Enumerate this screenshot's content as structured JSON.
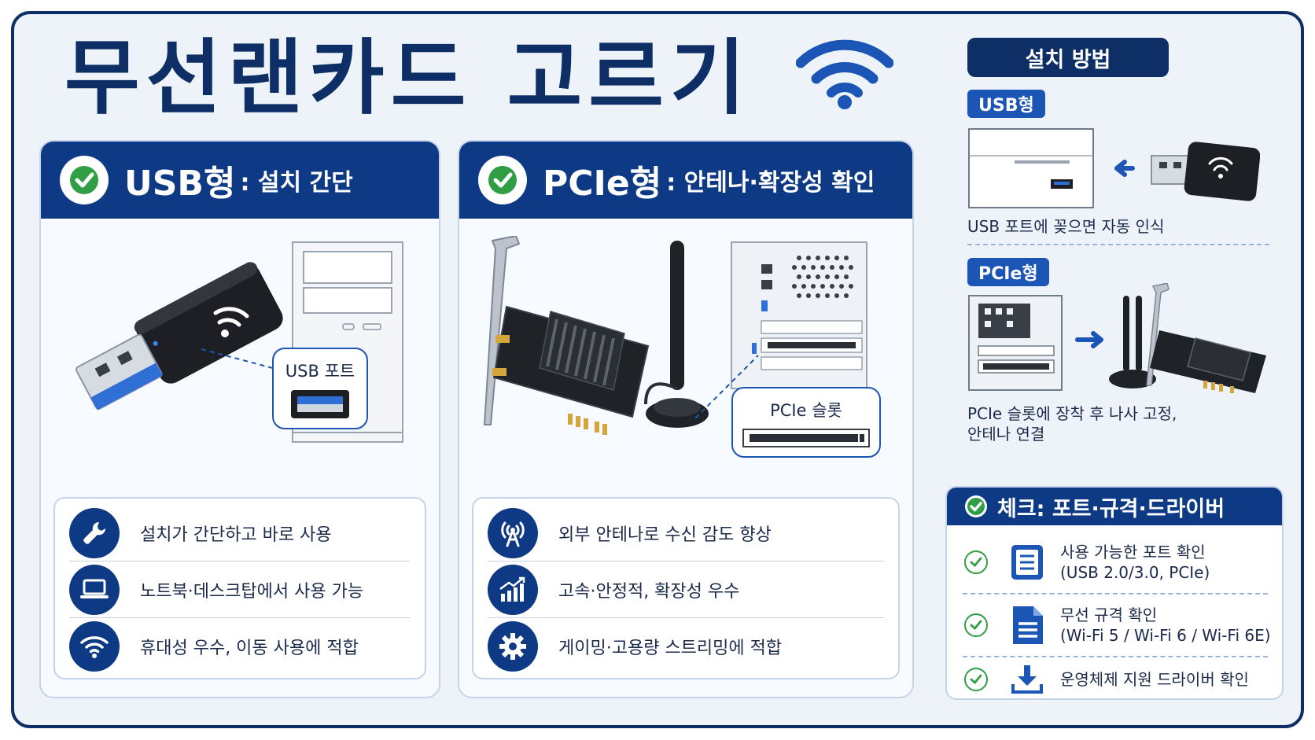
{
  "title": "무선랜카드 고르기",
  "usb_card": {
    "title_main": "USB형",
    "title_sub": ": 설치 간단",
    "callout_label": "USB 포트",
    "features": [
      {
        "icon": "wrench-icon",
        "text": "설치가 간단하고 바로 사용"
      },
      {
        "icon": "laptop-icon",
        "text": "노트북·데스크탑에서 사용 가능"
      },
      {
        "icon": "wifi-icon",
        "text": "휴대성 우수, 이동 사용에 적합"
      }
    ]
  },
  "pcie_card": {
    "title_main": "PCIe형",
    "title_sub": ": 안테나·확장성 확인",
    "callout_label": "PCIe 슬롯",
    "features": [
      {
        "icon": "antenna-icon",
        "text": "외부 안테나로 수신 감도 향상"
      },
      {
        "icon": "chart-icon",
        "text": "고속·안정적, 확장성 우수"
      },
      {
        "icon": "gear-icon",
        "text": "게이밍·고용량 스트리밍에 적합"
      }
    ]
  },
  "install": {
    "header": "설치 방법",
    "usb_pill": "USB형",
    "usb_caption": "USB 포트에 꽂으면 자동 인식",
    "pcie_pill": "PCIe형",
    "pcie_caption_1": "PCIe 슬롯에 장착 후 나사 고정,",
    "pcie_caption_2": "안테나 연결"
  },
  "checklist": {
    "header": "체크: 포트·규격·드라이버",
    "items": [
      {
        "icon": "document-icon",
        "line1": "사용 가능한 포트 확인",
        "line2": "(USB 2.0/3.0, PCIe)"
      },
      {
        "icon": "spec-document-icon",
        "line1": "무선 규격 확인",
        "line2": "(Wi-Fi 5 / Wi-Fi 6 / Wi-Fi 6E)"
      },
      {
        "icon": "download-icon",
        "line1": "운영체제 지원 드라이버 확인",
        "line2": ""
      }
    ]
  },
  "colors": {
    "navy": "#0e2f66",
    "blue": "#0e3a85",
    "accent": "#1b55b5",
    "check_green": "#2f9e44"
  }
}
